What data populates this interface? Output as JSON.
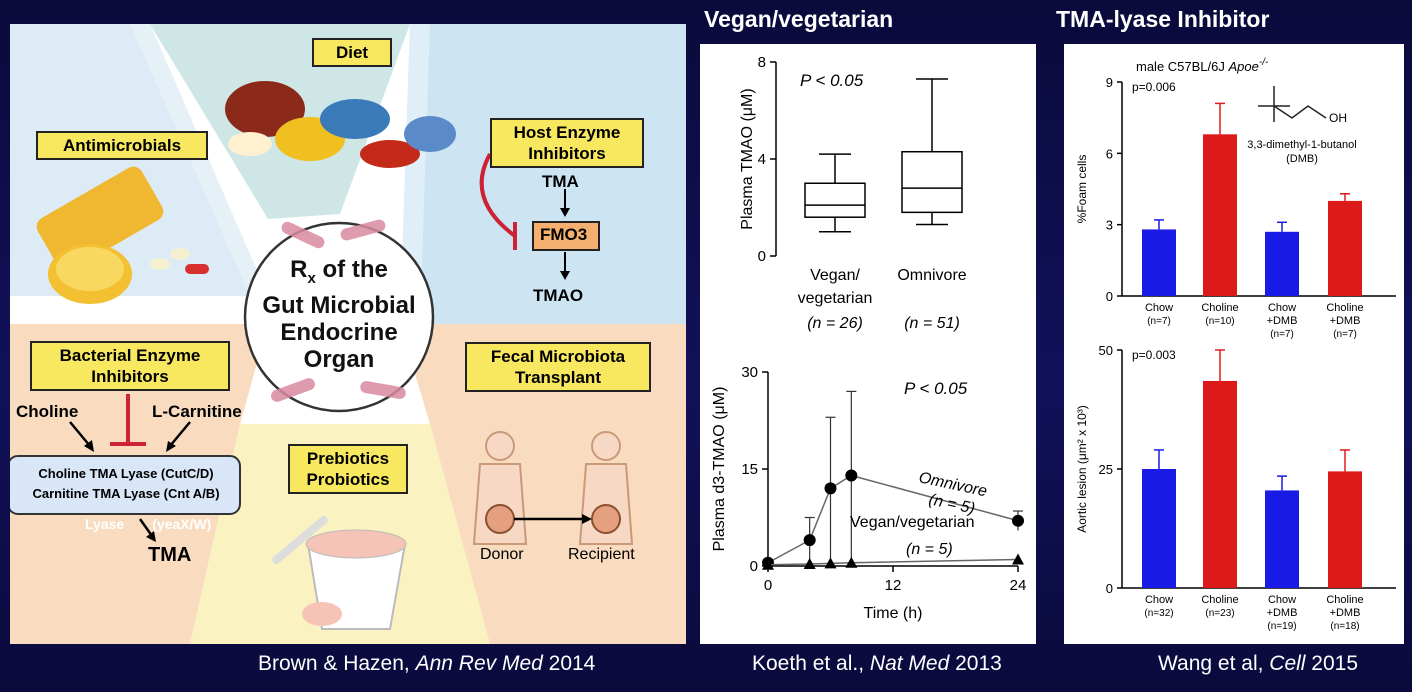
{
  "headers": {
    "vegan": "Vegan/vegetarian",
    "tma": "TMA-lyase Inhibitor"
  },
  "citations": [
    {
      "authors": "Brown & Hazen, ",
      "journal": "Ann Rev Med",
      "year": " 2014"
    },
    {
      "authors": "Koeth et al., ",
      "journal": "Nat Med",
      "year": " 2013"
    },
    {
      "authors": "Wang et al, ",
      "journal": "Cell",
      "year": " 2015"
    }
  ],
  "diagram": {
    "center": {
      "line1": "R",
      "sub": "x",
      "line1b": " of the",
      "line2": "Gut Microbial",
      "line3": "Endocrine",
      "line4": "Organ"
    },
    "diet": "Diet",
    "antimicrobials": "Antimicrobials",
    "host": {
      "label_line1": "Host Enzyme",
      "label_line2": "Inhibitors",
      "tma": "TMA",
      "fmo3": "FMO3",
      "tmao": "TMAO"
    },
    "bacterial": {
      "label_line1": "Bacterial Enzyme",
      "label_line2": "Inhibitors",
      "choline": "Choline",
      "carnitine": "L-Carnitine",
      "lyase1": "Choline TMA Lyase (CutC/D)",
      "lyase2": "Carnitine TMA Lyase (Cnt A/B)",
      "lyase3": "Lyase",
      "lyase3_gene": "(yeaX/W)",
      "tma": "TMA"
    },
    "prebiotics": {
      "line1": "Prebiotics",
      "line2": "Probiotics"
    },
    "fecal": {
      "label_line1": "Fecal Microbiota",
      "label_line2": "Transplant",
      "donor": "Donor",
      "recipient": "Recipient"
    }
  },
  "colors": {
    "blue_bar": "#1a1ae6",
    "red_bar": "#dd1a1a",
    "inhibit_red": "#cc2233",
    "fmo3_fill": "#f5b070",
    "lyase_fill": "#d9e6f7"
  },
  "chart_data": [
    {
      "type": "boxplot",
      "ylabel": "Plasma TMAO (μM)",
      "ylim": [
        0,
        8
      ],
      "yticks": [
        0,
        4,
        8
      ],
      "annotation": "P < 0.05",
      "groups": [
        {
          "label": "Vegan/",
          "label2": "vegetarian",
          "n": "(n = 26)",
          "min": 1.0,
          "q1": 1.6,
          "median": 2.1,
          "q3": 3.0,
          "max": 4.2
        },
        {
          "label": "Omnivore",
          "n": "(n = 51)",
          "min": 1.3,
          "q1": 1.8,
          "median": 2.8,
          "q3": 4.3,
          "max": 7.3
        }
      ]
    },
    {
      "type": "line",
      "xlabel": "Time (h)",
      "ylabel": "Plasma d3-TMAO (μM)",
      "xlim": [
        0,
        24
      ],
      "ylim": [
        0,
        30
      ],
      "xticks": [
        0,
        12,
        24
      ],
      "yticks": [
        0,
        15,
        30
      ],
      "annotation": "P < 0.05",
      "series": [
        {
          "name": "Omnivore",
          "n": "(n = 5)",
          "marker": "circle",
          "points": [
            [
              0,
              0.5,
              0
            ],
            [
              4,
              4,
              3.5
            ],
            [
              6,
              12,
              11
            ],
            [
              8,
              14,
              13
            ],
            [
              24,
              7,
              1.5
            ]
          ]
        },
        {
          "name": "Vegan/vegetarian",
          "n": "(n = 5)",
          "marker": "triangle",
          "points": [
            [
              0,
              0.2,
              0
            ],
            [
              4,
              0.3,
              0
            ],
            [
              6,
              0.4,
              0
            ],
            [
              8,
              0.5,
              0
            ],
            [
              24,
              1,
              0
            ]
          ]
        }
      ]
    },
    {
      "type": "bar",
      "ylabel": "%Foam cells",
      "ylim": [
        0,
        9
      ],
      "yticks": [
        0,
        3,
        6,
        9
      ],
      "annotation": "p=0.006",
      "title_prefix": "male  C57BL/6J ",
      "title_gene": "Apoe",
      "title_sup": "-/-",
      "compound_line1": "3,3-dimethyl-1-butanol",
      "compound_line2": "(DMB)",
      "compound_oh": "OH",
      "categories": [
        {
          "l1": "Chow",
          "l2": "",
          "n": "(n=7)"
        },
        {
          "l1": "Choline",
          "l2": "",
          "n": "(n=10)"
        },
        {
          "l1": "Chow",
          "l2": "+DMB",
          "n": "(n=7)"
        },
        {
          "l1": "Choline",
          "l2": "+DMB",
          "n": "(n=7)"
        }
      ],
      "values": [
        2.8,
        6.8,
        2.7,
        4.0
      ],
      "errors": [
        0.4,
        1.3,
        0.4,
        0.3
      ],
      "bar_colors": [
        "blue",
        "red",
        "blue",
        "red"
      ]
    },
    {
      "type": "bar",
      "ylabel": "Aortic lesion (μm² x 10³)",
      "ylim": [
        0,
        50
      ],
      "yticks": [
        0,
        25,
        50
      ],
      "annotation": "p=0.003",
      "categories": [
        {
          "l1": "Chow",
          "l2": "",
          "n": "(n=32)"
        },
        {
          "l1": "Choline",
          "l2": "",
          "n": "(n=23)"
        },
        {
          "l1": "Chow",
          "l2": "+DMB",
          "n": "(n=19)"
        },
        {
          "l1": "Choline",
          "l2": "+DMB",
          "n": "(n=18)"
        }
      ],
      "values": [
        25,
        43.5,
        20.5,
        24.5
      ],
      "errors": [
        4,
        6.5,
        3,
        4.5
      ],
      "bar_colors": [
        "blue",
        "red",
        "blue",
        "red"
      ]
    }
  ]
}
